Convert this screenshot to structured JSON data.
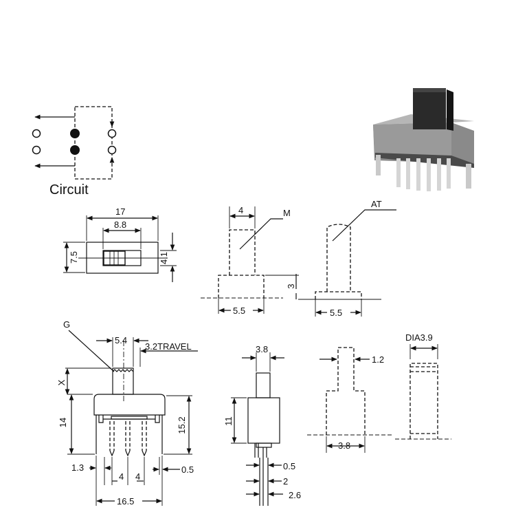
{
  "circuit": {
    "label": "Circuit"
  },
  "top_view": {
    "width": "17",
    "window": "8.8",
    "height": "7.5",
    "body_h": "4.1"
  },
  "actuator_m": {
    "label": "M",
    "width": "4",
    "base_h": "3",
    "base_w": "5.5"
  },
  "actuator_at": {
    "label": "AT",
    "base_w": "5.5"
  },
  "front_view": {
    "g_label": "G",
    "knob": "5.4",
    "travel": "3.2TRAVEL",
    "x_label": "X",
    "height": "14",
    "body_h": "15.2",
    "pin_left": "1.3",
    "pitch_a": "4",
    "pitch_b": "4",
    "pin_w": "0.5",
    "total_w": "16.5"
  },
  "side_view": {
    "knob_w": "3.8",
    "body_h": "11",
    "pin_t": "0.5",
    "pin_a": "2",
    "pin_b": "2.6"
  },
  "knob_detail": {
    "step": "1.2",
    "base_w": "3.8"
  },
  "round_knob": {
    "dia": "DIA3.9"
  },
  "colors": {
    "line": "#111111",
    "photo_body": "#6e6e6e",
    "photo_knob": "#2a2a2a",
    "photo_pin": "#c9c9c9"
  }
}
